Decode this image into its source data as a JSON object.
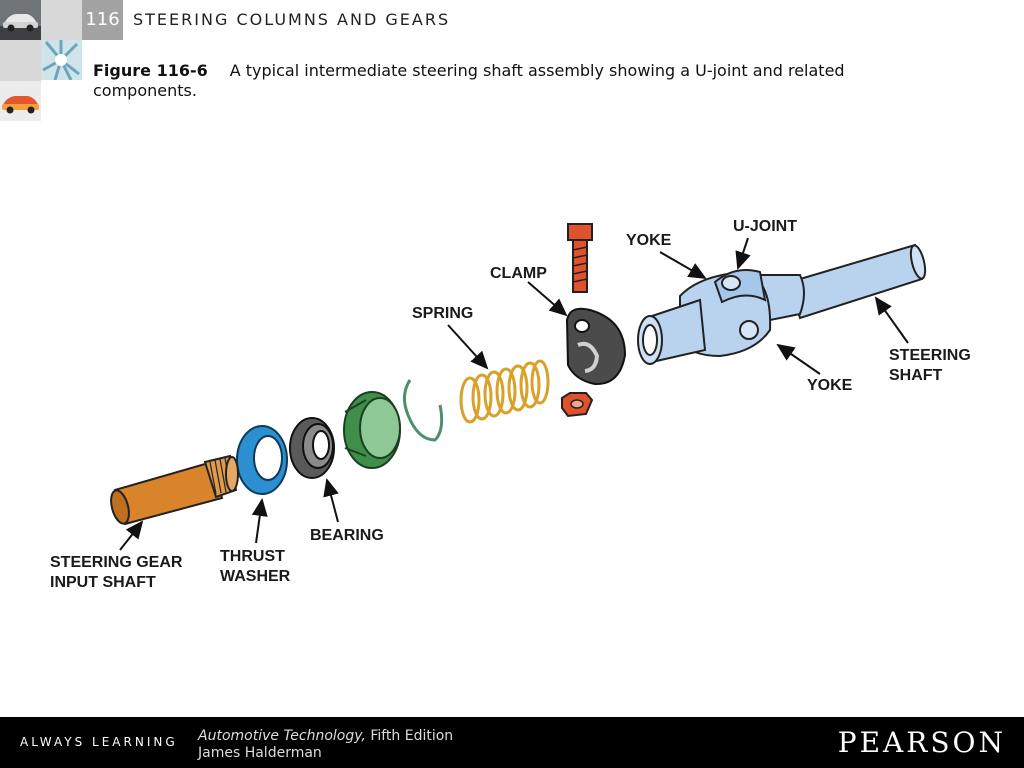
{
  "header": {
    "chapter_number": "116",
    "chapter_title": "STEERING COLUMNS AND GEARS"
  },
  "caption": {
    "figure_number": "Figure 116-6",
    "text": "A typical intermediate steering shaft assembly showing a U-joint and related components."
  },
  "figure_labels": {
    "yoke_top": "YOKE",
    "u_joint": "U-JOINT",
    "clamp": "CLAMP",
    "spring": "SPRING",
    "steering_shaft_1": "STEERING",
    "steering_shaft_2": "SHAFT",
    "yoke_bottom": "YOKE",
    "input_shaft_1": "STEERING GEAR",
    "input_shaft_2": "INPUT SHAFT",
    "thrust_washer_1": "THRUST",
    "thrust_washer_2": "WASHER",
    "bearing": "BEARING"
  },
  "footer": {
    "tagline": "ALWAYS LEARNING",
    "book_title": "Automotive Technology,",
    "edition": " Fifth Edition",
    "author": "James Halderman",
    "publisher": "PEARSON"
  },
  "colors": {
    "shaft_blue": "#b9d3ef",
    "input_shaft_orange": "#d9832b",
    "washer_blue": "#2b8fd0",
    "bearing_grey": "#5a5a5a",
    "seal_green": "#3f8f4a",
    "spring_gold": "#d9a12a",
    "bolt_red": "#e0522e"
  }
}
